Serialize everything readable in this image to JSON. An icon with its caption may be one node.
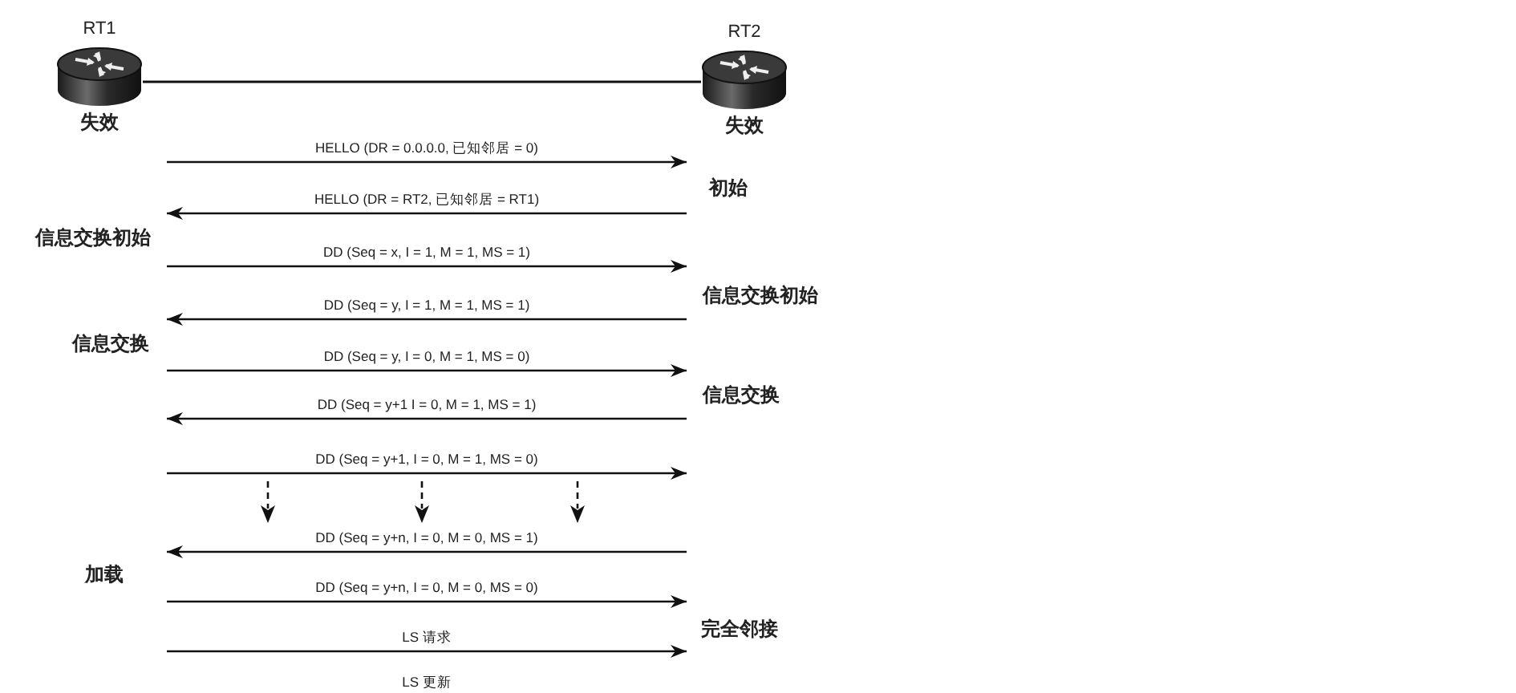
{
  "diagram": {
    "nodes": [
      {
        "text": [
          "RT1"
        ],
        "beside": [
          "失效"
        ]
      },
      {
        "text": [
          "RT2"
        ],
        "beside": [
          "失效"
        ]
      }
    ],
    "edges": [
      {
        "from": 0,
        "to": 1,
        "arrow": "none"
      }
    ],
    "labels": [
      "HELLO (DR = 0.0.0.0, 已知邻居 = 0)",
      "初始",
      "HELLO (DR = RT2, 已知邻居 = RT1)",
      "信息交换初始",
      "DD (Seq = x, I = 1, M = 1, MS = 1)",
      "信息交换初始",
      "DD (Seq = y, I = 1, M = 1, MS = 1)",
      "信息交换",
      "DD (Seq = y, I = 0, M = 1, MS = 0)",
      "信息交换",
      "DD (Seq = y+1 I = 0, M = 1, MS = 1)",
      "DD (Seq = y+1, I = 0, M = 1, MS = 0)",
      "DD (Seq = y+n, I = 0, M = 0, MS = 1)",
      "加载",
      "DD (Seq = y+n, I = 0, M = 0, MS = 0)",
      "完全邻接",
      "LS 请求",
      "LS 更新"
    ]
  }
}
